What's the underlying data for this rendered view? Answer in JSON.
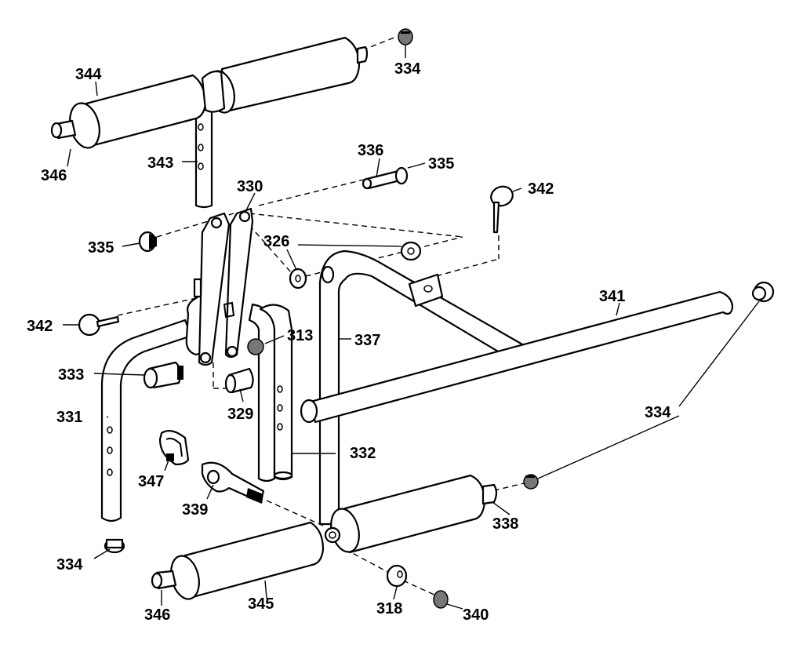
{
  "diagram": {
    "title": "",
    "labels": {
      "l344": "344",
      "l334_top": "334",
      "l346_top": "346",
      "l343": "343",
      "l336": "336",
      "l335_top": "335",
      "l330": "330",
      "l342_right": "342",
      "l335_left": "335",
      "l326": "326",
      "l341": "341",
      "l342_left": "342",
      "l313": "313",
      "l337": "337",
      "l333": "333",
      "l329": "329",
      "l334_right": "334",
      "l331": "331",
      "l332": "332",
      "l347": "347",
      "l339": "339",
      "l338": "338",
      "l334_bottom": "334",
      "l345": "345",
      "l318": "318",
      "l340": "340",
      "l346_bottom": "346"
    }
  }
}
